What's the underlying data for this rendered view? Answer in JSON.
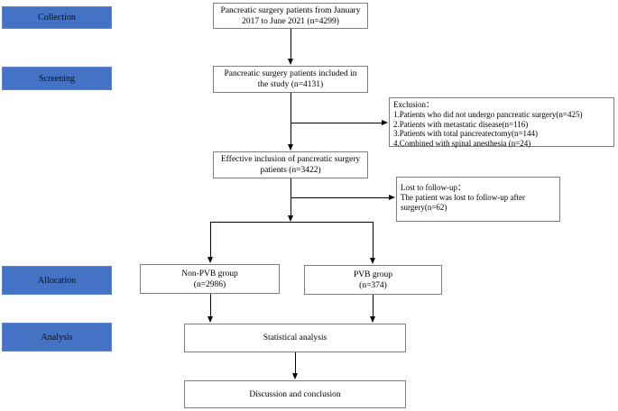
{
  "stages": [
    {
      "label": "Collection"
    },
    {
      "label": "Screening"
    },
    {
      "label": "Allocation"
    },
    {
      "label": "Analysis"
    }
  ],
  "boxes": {
    "patient_pool": "Pancreatic surgery patients from January 2017 to June 2021 (n=4299)",
    "included": "Pancreatic surgery patients included in the study (n=4131)",
    "effective_inclusion": "Effective inclusion of pancreatic surgery patients (n=3422)",
    "non_pvb_group": {
      "line1": "Non-PVB group",
      "line2": "(n=2986)"
    },
    "pvb_group": {
      "line1": "PVB group",
      "line2": "(n=374)"
    },
    "statistical_analysis": "Statistical analysis",
    "discussion_conclusion": "Discussion and conclusion"
  },
  "sidenotes": {
    "exclusion": {
      "title": "Exclusion：",
      "items": [
        "1.Patients who did not undergo pancreatic surgery(n=425)",
        "2.Patients with metastatic disease(n=116)",
        "3.Patients with total pancreatectomy(n=144)",
        "4.Combined with spinal anesthesia (n=24)"
      ]
    },
    "lost_to_follow_up": {
      "title": "Lost to follow-up：",
      "body": "The patient was lost to follow-up after surgery(n=62)"
    }
  },
  "colors": {
    "stage_fill": "#4472c4",
    "node_border": "#7f7f7f",
    "connector": "#000000"
  }
}
